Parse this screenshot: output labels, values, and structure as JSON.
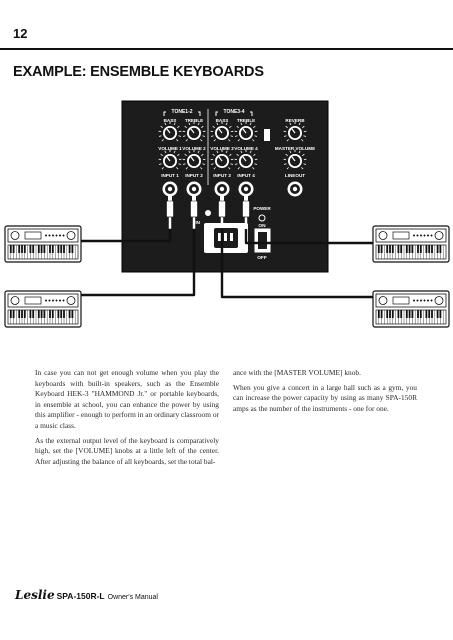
{
  "page_number": "12",
  "heading": "EXAMPLE:  ENSEMBLE KEYBOARDS",
  "amplifier": {
    "tone_groups": [
      "TONE1-2",
      "TONE3-4"
    ],
    "knob_labels_top": [
      "BASS",
      "TREBLE",
      "BASS",
      "TREBLE",
      "REVERB"
    ],
    "knob_labels_mid": [
      "VOLUME 1",
      "VOLUME 2",
      "VOLUME 3",
      "VOLUME 4",
      "MASTER VOLUME"
    ],
    "jack_labels": [
      "INPUT 1",
      "INPUT 2",
      "INPUT 3",
      "INPUT 4",
      "LINEOUT"
    ],
    "power_label": "POWER",
    "on_label": "ON",
    "off_label": "OFF",
    "ac_in_label": "IN"
  },
  "body_left": [
    "In case you can not get enough volume when you play the keyboards with built-in speakers, such as the Ensemble Keyboard HEK-3 \"HAMMOND Jr.\" or portable keyboards, in ensemble at school, you can enhance the power by using this amplifier - enough to perform in an ordinary classroom or a music class.",
    "As the external output level of the keyboard is comparatively high, set the [VOLUME] knobs at a little left of the center. After adjusting the balance of all keyboards, set the total bal-"
  ],
  "body_right": [
    "ance with the [MASTER VOLUME] knob.",
    "When you give a concert in a large hall such as a gym, you can increase the power capacity by using as many SPA-150R amps as the number of the instruments - one for one."
  ],
  "footer": {
    "brand": "Leslie",
    "model": "SPA-150R-L",
    "manual": "Owner's Manual"
  }
}
